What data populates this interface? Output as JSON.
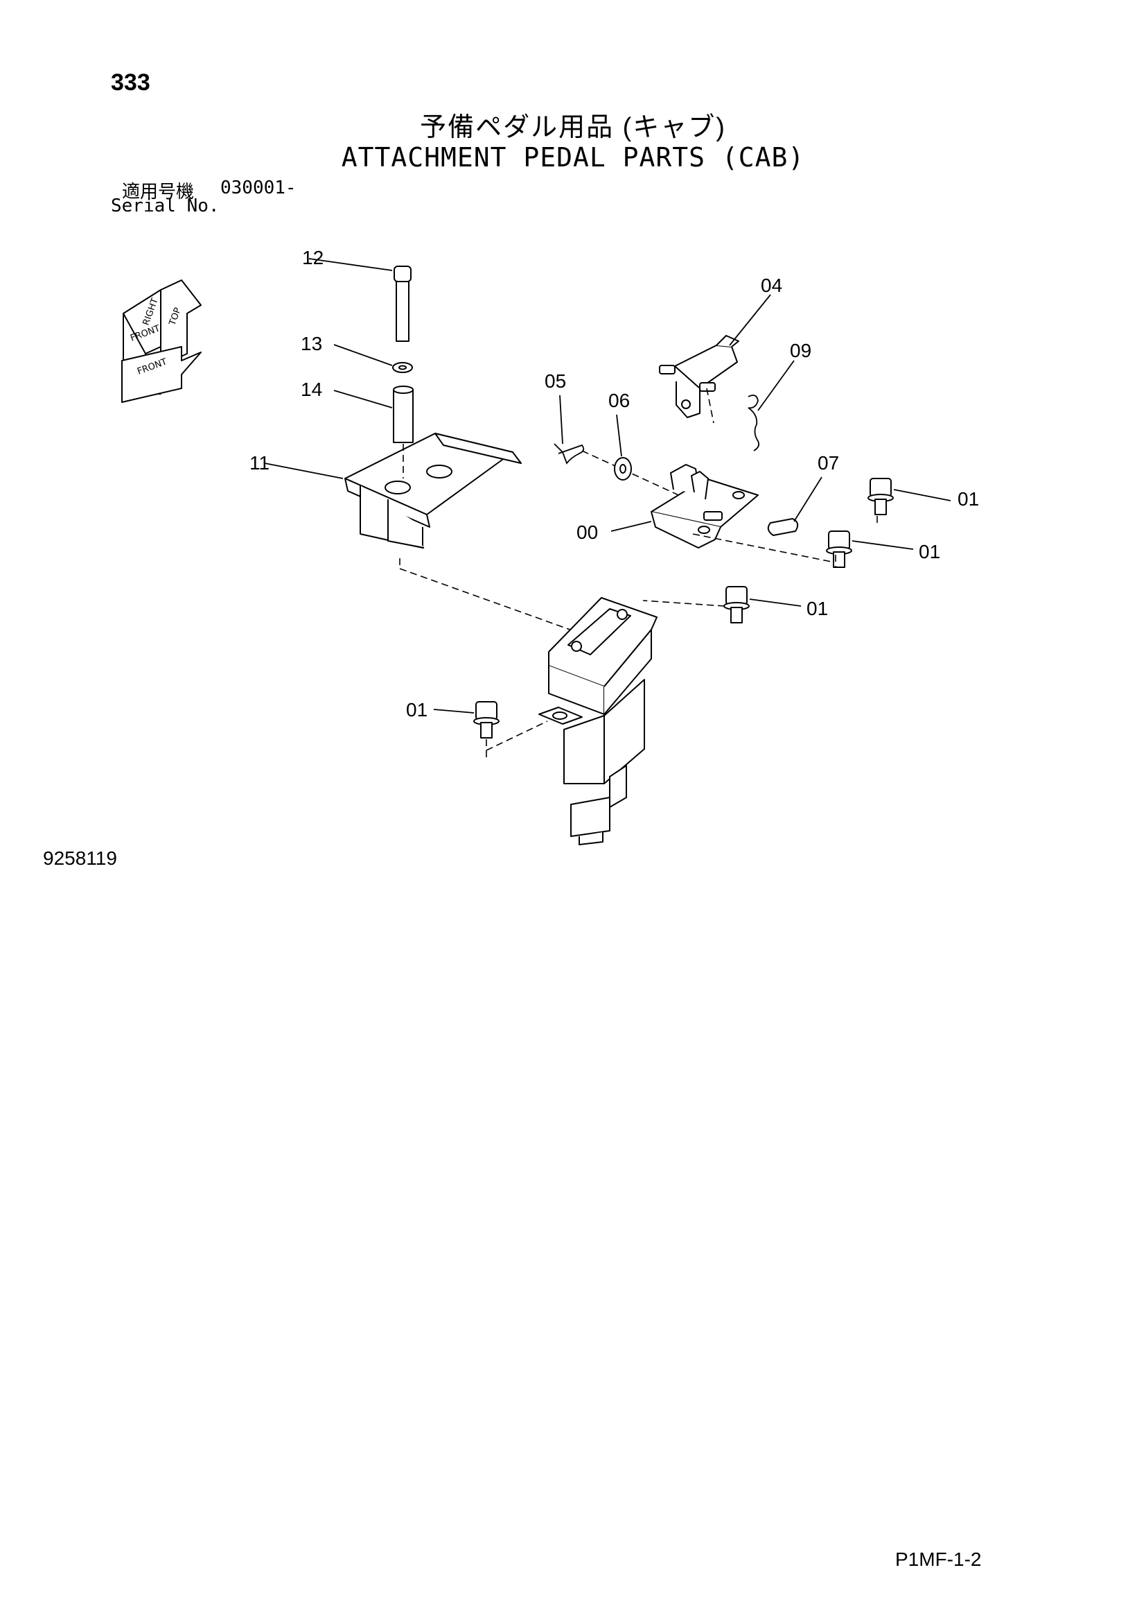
{
  "header": {
    "page_number": "333",
    "title_jp": "予備ペダル用品 (キャブ)",
    "title_en": "ATTACHMENT PEDAL PARTS (CAB)",
    "serial_label_jp": "適用号機",
    "serial_range": "030001-",
    "serial_label_en": "Serial No."
  },
  "orientation_icon": {
    "labels": [
      "TOP",
      "FRONT",
      "FRONT",
      "RIGHT"
    ]
  },
  "callouts": [
    "12",
    "13",
    "14",
    "11",
    "04",
    "09",
    "05",
    "06",
    "07",
    "00",
    "01",
    "01",
    "01",
    "01"
  ],
  "footer": {
    "drawing_number": "9258119",
    "doc_code": "P1MF-1-2"
  }
}
